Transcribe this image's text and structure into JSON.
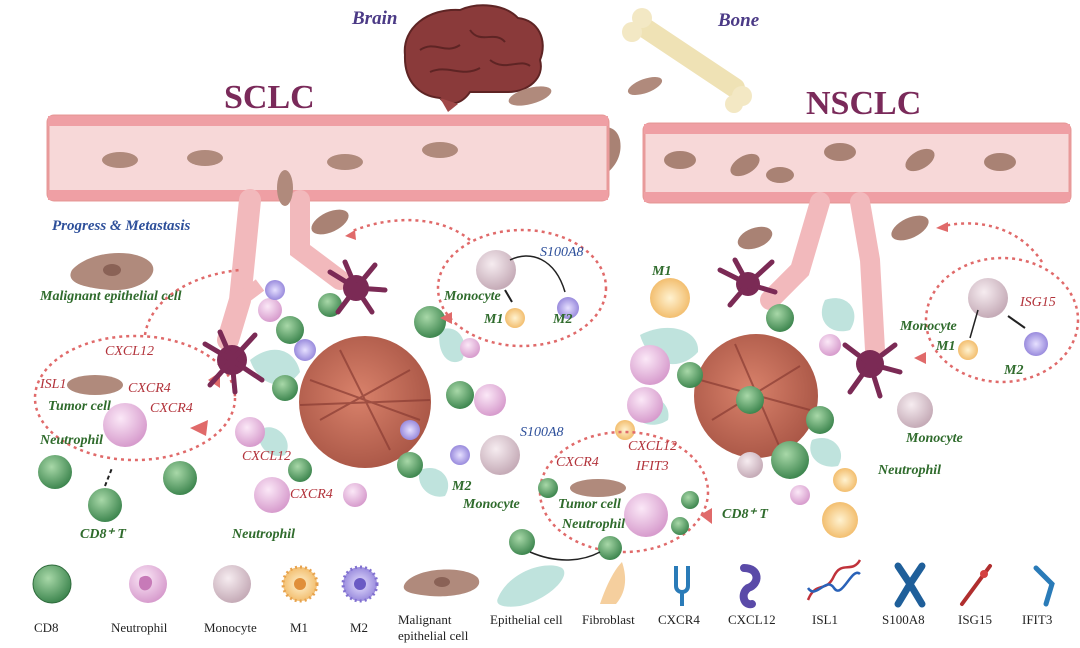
{
  "titles": {
    "sclc": "SCLC",
    "nsclc": "NSCLC",
    "brain": "Brain",
    "bone": "Bone"
  },
  "sclc": {
    "progress": "Progress & Metastasis",
    "malignant": "Malignant epithelial cell",
    "cxcl12_inset": "CXCL12",
    "isl1": "ISL1",
    "cxcr4_inset": "CXCR4",
    "tumor_cell": "Tumor cell",
    "cxcr4_inset2": "CXCR4",
    "neutrophil_inset": "Neutrophil",
    "cd8": "CD8⁺ T",
    "cxcl12": "CXCL12",
    "cxcr4": "CXCR4",
    "neutrophil": "Neutrophil",
    "s100a8_inset": "S100A8",
    "monocyte_inset": "Monocyte",
    "m1_inset": "M1",
    "m2_inset": "M2",
    "s100a8": "S100A8",
    "m2": "M2",
    "monocyte": "Monocyte"
  },
  "nsclc": {
    "m1": "M1",
    "isg15": "ISG15",
    "monocyte_inset": "Monocyte",
    "m1_inset": "M1",
    "m2_inset": "M2",
    "monocyte": "Monocyte",
    "neutrophil": "Neutrophil",
    "cd8": "CD8⁺ T",
    "cxcl12": "CXCL12",
    "ifit3": "IFIT3",
    "cxcr4": "CXCR4",
    "tumor_cell": "Tumor cell",
    "neutrophil_inset": "Neutrophil"
  },
  "legend": [
    {
      "label": "CD8",
      "icon": "cd8-icon"
    },
    {
      "label": "Neutrophil",
      "icon": "neutrophil-icon"
    },
    {
      "label": "Monocyte",
      "icon": "monocyte-icon"
    },
    {
      "label": "M1",
      "icon": "m1-icon"
    },
    {
      "label": "M2",
      "icon": "m2-icon"
    },
    {
      "label": "Malignant",
      "label2": "epithelial cell",
      "icon": "malignant-cell-icon"
    },
    {
      "label": "Epithelial cell",
      "icon": "epithelial-cell-icon"
    },
    {
      "label": "Fibroblast",
      "icon": "fibroblast-icon"
    },
    {
      "label": "CXCR4",
      "icon": "cxcr4-icon"
    },
    {
      "label": "CXCL12",
      "icon": "cxcl12-icon"
    },
    {
      "label": "ISL1",
      "icon": "isl1-icon"
    },
    {
      "label": "S100A8",
      "icon": "s100a8-icon"
    },
    {
      "label": "ISG15",
      "icon": "isg15-icon"
    },
    {
      "label": "IFIT3",
      "icon": "ifit3-icon"
    }
  ],
  "colors": {
    "vessel": "#f7d4d4",
    "vessel_edge": "#e89a9a",
    "tumor": "#c8705a",
    "cd8": "#5fa16b",
    "neutrophil": "#e6bfe0",
    "monocyte": "#ddc9d2",
    "m1": "#f2c77c",
    "m2": "#a79be0",
    "malignant": "#b08a7c",
    "epithelial": "#bfe3dd",
    "fibroblast": "#f5cf9e",
    "dendritic": "#7b2a55",
    "dashed": "#e06a6a",
    "title": "#7a2a5a"
  }
}
